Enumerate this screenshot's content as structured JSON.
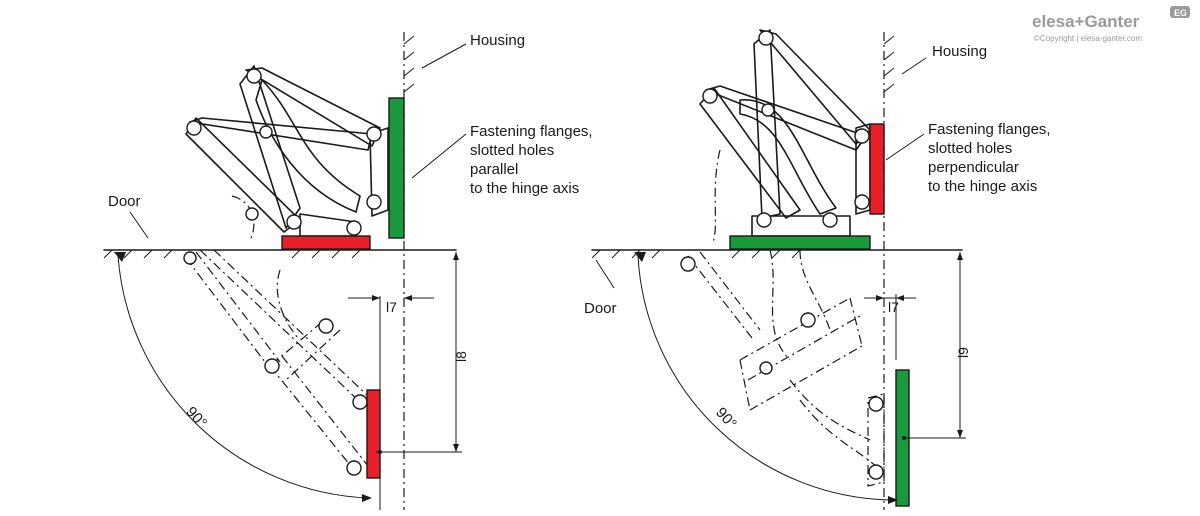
{
  "brand": {
    "logo": "elesa+Ganter",
    "copyright": "©Copyright | elesa-ganter.com",
    "badge": "EG",
    "colors": {
      "logo_grey": "#9a9a9a"
    }
  },
  "colors": {
    "flange_red": "#e8202a",
    "flange_green": "#1a9a3c",
    "line": "#1a1a1a"
  },
  "left_figure": {
    "housing_label": "Housing",
    "flange_label": [
      "Fastening flanges,",
      "slotted holes",
      "parallel",
      "to the hinge axis"
    ],
    "door_label": "Door",
    "angle_label": "90°",
    "dim_l7": "l7",
    "dim_l8": "l8"
  },
  "right_figure": {
    "housing_label": "Housing",
    "flange_label": [
      "Fastening flanges,",
      "slotted holes",
      "perpendicular",
      "to the hinge axis"
    ],
    "door_label": "Door",
    "angle_label": "90°",
    "dim_l7": "l7",
    "dim_l9": "l9"
  }
}
